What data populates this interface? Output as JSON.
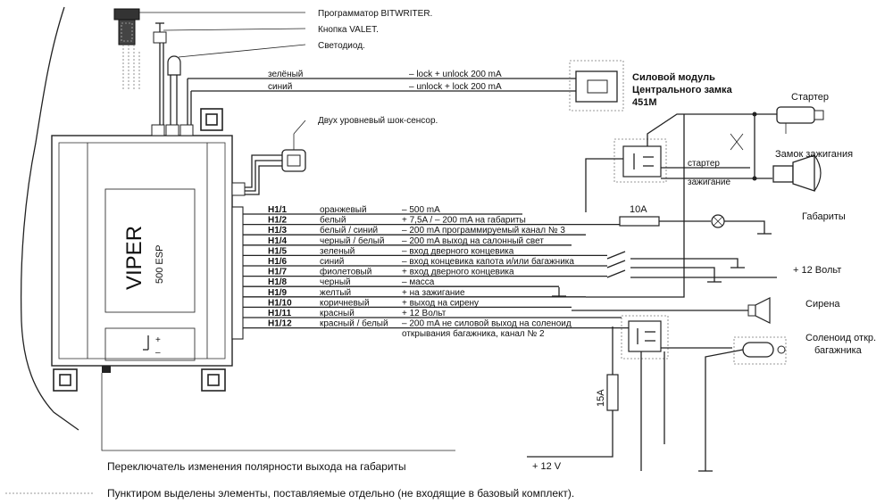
{
  "components": {
    "programmer": "Программатор BITWRITER.",
    "valet": "Кнопка VALET.",
    "led": "Светодиод.",
    "shock_sensor": "Двух уровневый шок-сенсор.",
    "lock_module": [
      "Силовой модуль",
      "Центрального замка",
      "451М"
    ],
    "starter": "Стартер",
    "ignition_lock": "Замок зажигания",
    "starter_wire": "стартер",
    "ignition_wire": "зажигание",
    "parking_lights": "Габариты",
    "plus12_right": "+ 12 Вольт",
    "siren": "Сирена",
    "trunk_solenoid": [
      "Соленоид откр.",
      "багажника"
    ],
    "plus12_bottom": "+ 12 V",
    "fuse_10": "10А",
    "fuse_15": "15А"
  },
  "unit": {
    "brand": "VIPER",
    "model": "500 ESP",
    "plus": "+",
    "minus": "–"
  },
  "lock_wires": [
    {
      "color": "зелёный",
      "spec": "– lock   + unlock  200 mA"
    },
    {
      "color": "синий",
      "spec": "– unlock + lock    200 mA"
    }
  ],
  "pins": [
    {
      "pin": "H1/1",
      "color": "оранжевый",
      "desc": "– 500 mA"
    },
    {
      "pin": "H1/2",
      "color": "белый",
      "desc": "+ 7,5A / – 200 mA на габариты"
    },
    {
      "pin": "H1/3",
      "color": "белый / синий",
      "desc": "– 200 mA программируемый канал № 3"
    },
    {
      "pin": "H1/4",
      "color": "черный / белый",
      "desc": "– 200 mA выход на салонный свет"
    },
    {
      "pin": "H1/5",
      "color": "зеленый",
      "desc": "– вход дверного концевика"
    },
    {
      "pin": "H1/6",
      "color": "синий",
      "desc": "– вход концевика капота и/или багажника"
    },
    {
      "pin": "H1/7",
      "color": "фиолетовый",
      "desc": "+ вход дверного концевика"
    },
    {
      "pin": "H1/8",
      "color": "черный",
      "desc": "– масса"
    },
    {
      "pin": "H1/9",
      "color": "желтый",
      "desc": "+ на зажигание"
    },
    {
      "pin": "H1/10",
      "color": "коричневый",
      "desc": "+ выход на сирену"
    },
    {
      "pin": "H1/11",
      "color": "красный",
      "desc": "+ 12 Вольт"
    },
    {
      "pin": "H1/12",
      "color": "красный / белый",
      "desc": "– 200 mA не силовой выход на соленоид"
    }
  ],
  "pin12_cont": "открывания багажника, канал № 2",
  "footer": {
    "polarity": "Переключатель изменения полярности выхода на габариты",
    "dashed_note": "Пунктиром выделены элементы, поставляемые отдельно (не входящие в базовый комплект)."
  }
}
